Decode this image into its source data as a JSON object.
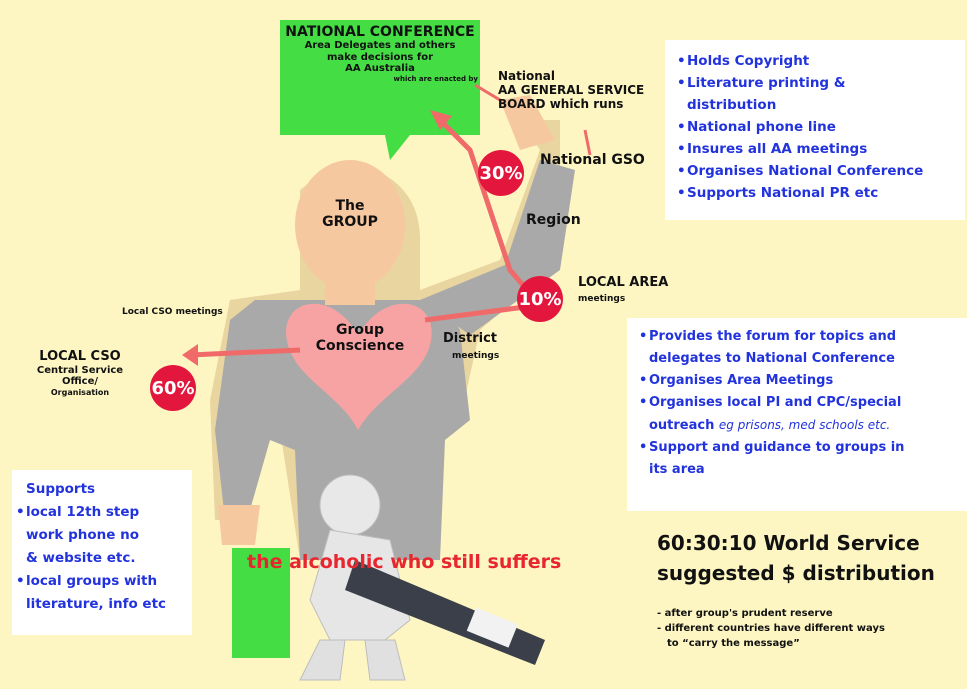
{
  "national_conference": {
    "title": "NATIONAL CONFERENCE",
    "line1": "Area Delegates and others",
    "line2": "make decisions for",
    "line3": "AA Australia",
    "note": "which are enacted by"
  },
  "board": {
    "line1": "National",
    "line2": "AA GENERAL SERVICE",
    "line3": "BOARD which runs"
  },
  "gso": {
    "percent": "30%",
    "label": "National GSO"
  },
  "region": "Region",
  "local_area": {
    "percent": "10%",
    "label": "LOCAL AREA",
    "sub": "meetings"
  },
  "group": {
    "line1": "The",
    "line2": "GROUP"
  },
  "conscience": {
    "line1": "Group",
    "line2": "Conscience"
  },
  "district": {
    "label": "District",
    "sub": "meetings"
  },
  "cso_meetings": "Local CSO meetings",
  "local_cso": {
    "percent": "60%",
    "title": "LOCAL  CSO",
    "line1": "Central Service",
    "line2": "Office/",
    "line3": "Organisation"
  },
  "gso_box": {
    "items": [
      "Holds Copyright",
      "Literature printing &",
      "distribution",
      "National phone line",
      "Insures all AA meetings",
      "Organises National Conference",
      "Supports National PR etc"
    ]
  },
  "area_box": {
    "items": [
      "Provides the forum for topics and",
      "delegates to National Conference",
      "Organises Area Meetings",
      "Organises local PI  and CPC/special",
      "outreach",
      "eg prisons, med schools etc.",
      "Support and guidance to groups in",
      "its area"
    ]
  },
  "cso_box": {
    "items": [
      "Supports",
      "local 12th step",
      "work phone no",
      "& website etc.",
      "local  groups with",
      "literature, info etc"
    ]
  },
  "sufferer": "the alcoholic who still suffers",
  "distribution": {
    "line1": "60:30:10 World Service",
    "line2": "suggested $ distribution",
    "note1": "- after group's prudent reserve",
    "note2": "- different countries have different ways",
    "note3": "to “carry the message”"
  },
  "colors": {
    "background": "#fdf6c3",
    "speech": "#44dd44",
    "arrow": "#f06a6a",
    "circle": "#e3173d",
    "text_blue": "#2233dd",
    "figure": "#a8a8a8"
  }
}
